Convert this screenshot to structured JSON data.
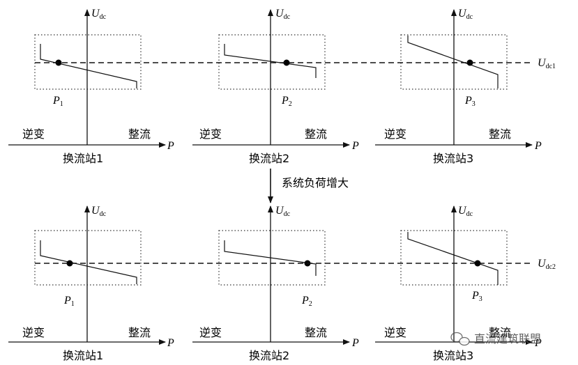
{
  "diagram": {
    "stations": [
      {
        "name": "换流站1",
        "point": "P",
        "point_sub": "1"
      },
      {
        "name": "换流站2",
        "point": "P",
        "point_sub": "2"
      },
      {
        "name": "换流站3",
        "point": "P",
        "point_sub": "3"
      }
    ],
    "axis": {
      "y_label": "U",
      "y_sub": "dc",
      "x_label": "P",
      "left_region": "逆变",
      "right_region": "整流"
    },
    "top_voltage": {
      "label": "U",
      "sub": "dc1"
    },
    "bottom_voltage": {
      "label": "U",
      "sub": "dc2"
    },
    "transition": "系统负荷增大",
    "watermark": "直流建筑联盟"
  }
}
